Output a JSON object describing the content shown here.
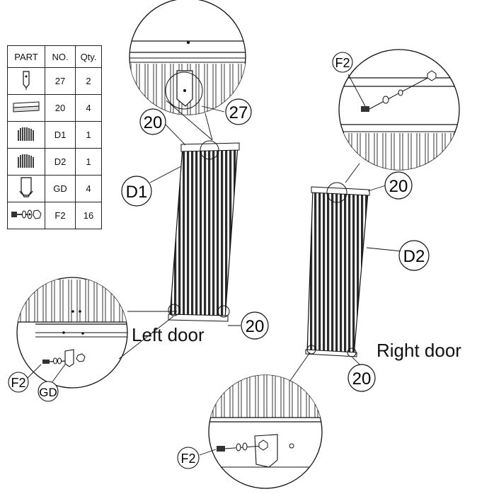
{
  "table": {
    "headers": [
      "PART",
      "NO.",
      "Qty."
    ],
    "rows": [
      {
        "icon": "hinge-bracket-27-icon",
        "no": "27",
        "qty": "2"
      },
      {
        "icon": "angle-rail-20-icon",
        "no": "20",
        "qty": "4"
      },
      {
        "icon": "door-panel-d1-icon",
        "no": "D1",
        "qty": "1"
      },
      {
        "icon": "door-panel-d2-icon",
        "no": "D2",
        "qty": "1"
      },
      {
        "icon": "door-guide-gd-icon",
        "no": "GD",
        "qty": "4"
      },
      {
        "icon": "bolt-washer-nut-f2-icon",
        "no": "F2",
        "qty": "16"
      }
    ]
  },
  "callouts": {
    "top_20": "20",
    "top_27": "27",
    "d1": "D1",
    "left_bottom_20": "20",
    "left_f2": "F2",
    "left_gd": "GD",
    "right_top_f2": "F2",
    "right_top_20": "20",
    "d2": "D2",
    "right_bottom_20": "20",
    "right_bottom_f2": "F2"
  },
  "labels": {
    "left_door": "Left door",
    "right_door": "Right door"
  }
}
